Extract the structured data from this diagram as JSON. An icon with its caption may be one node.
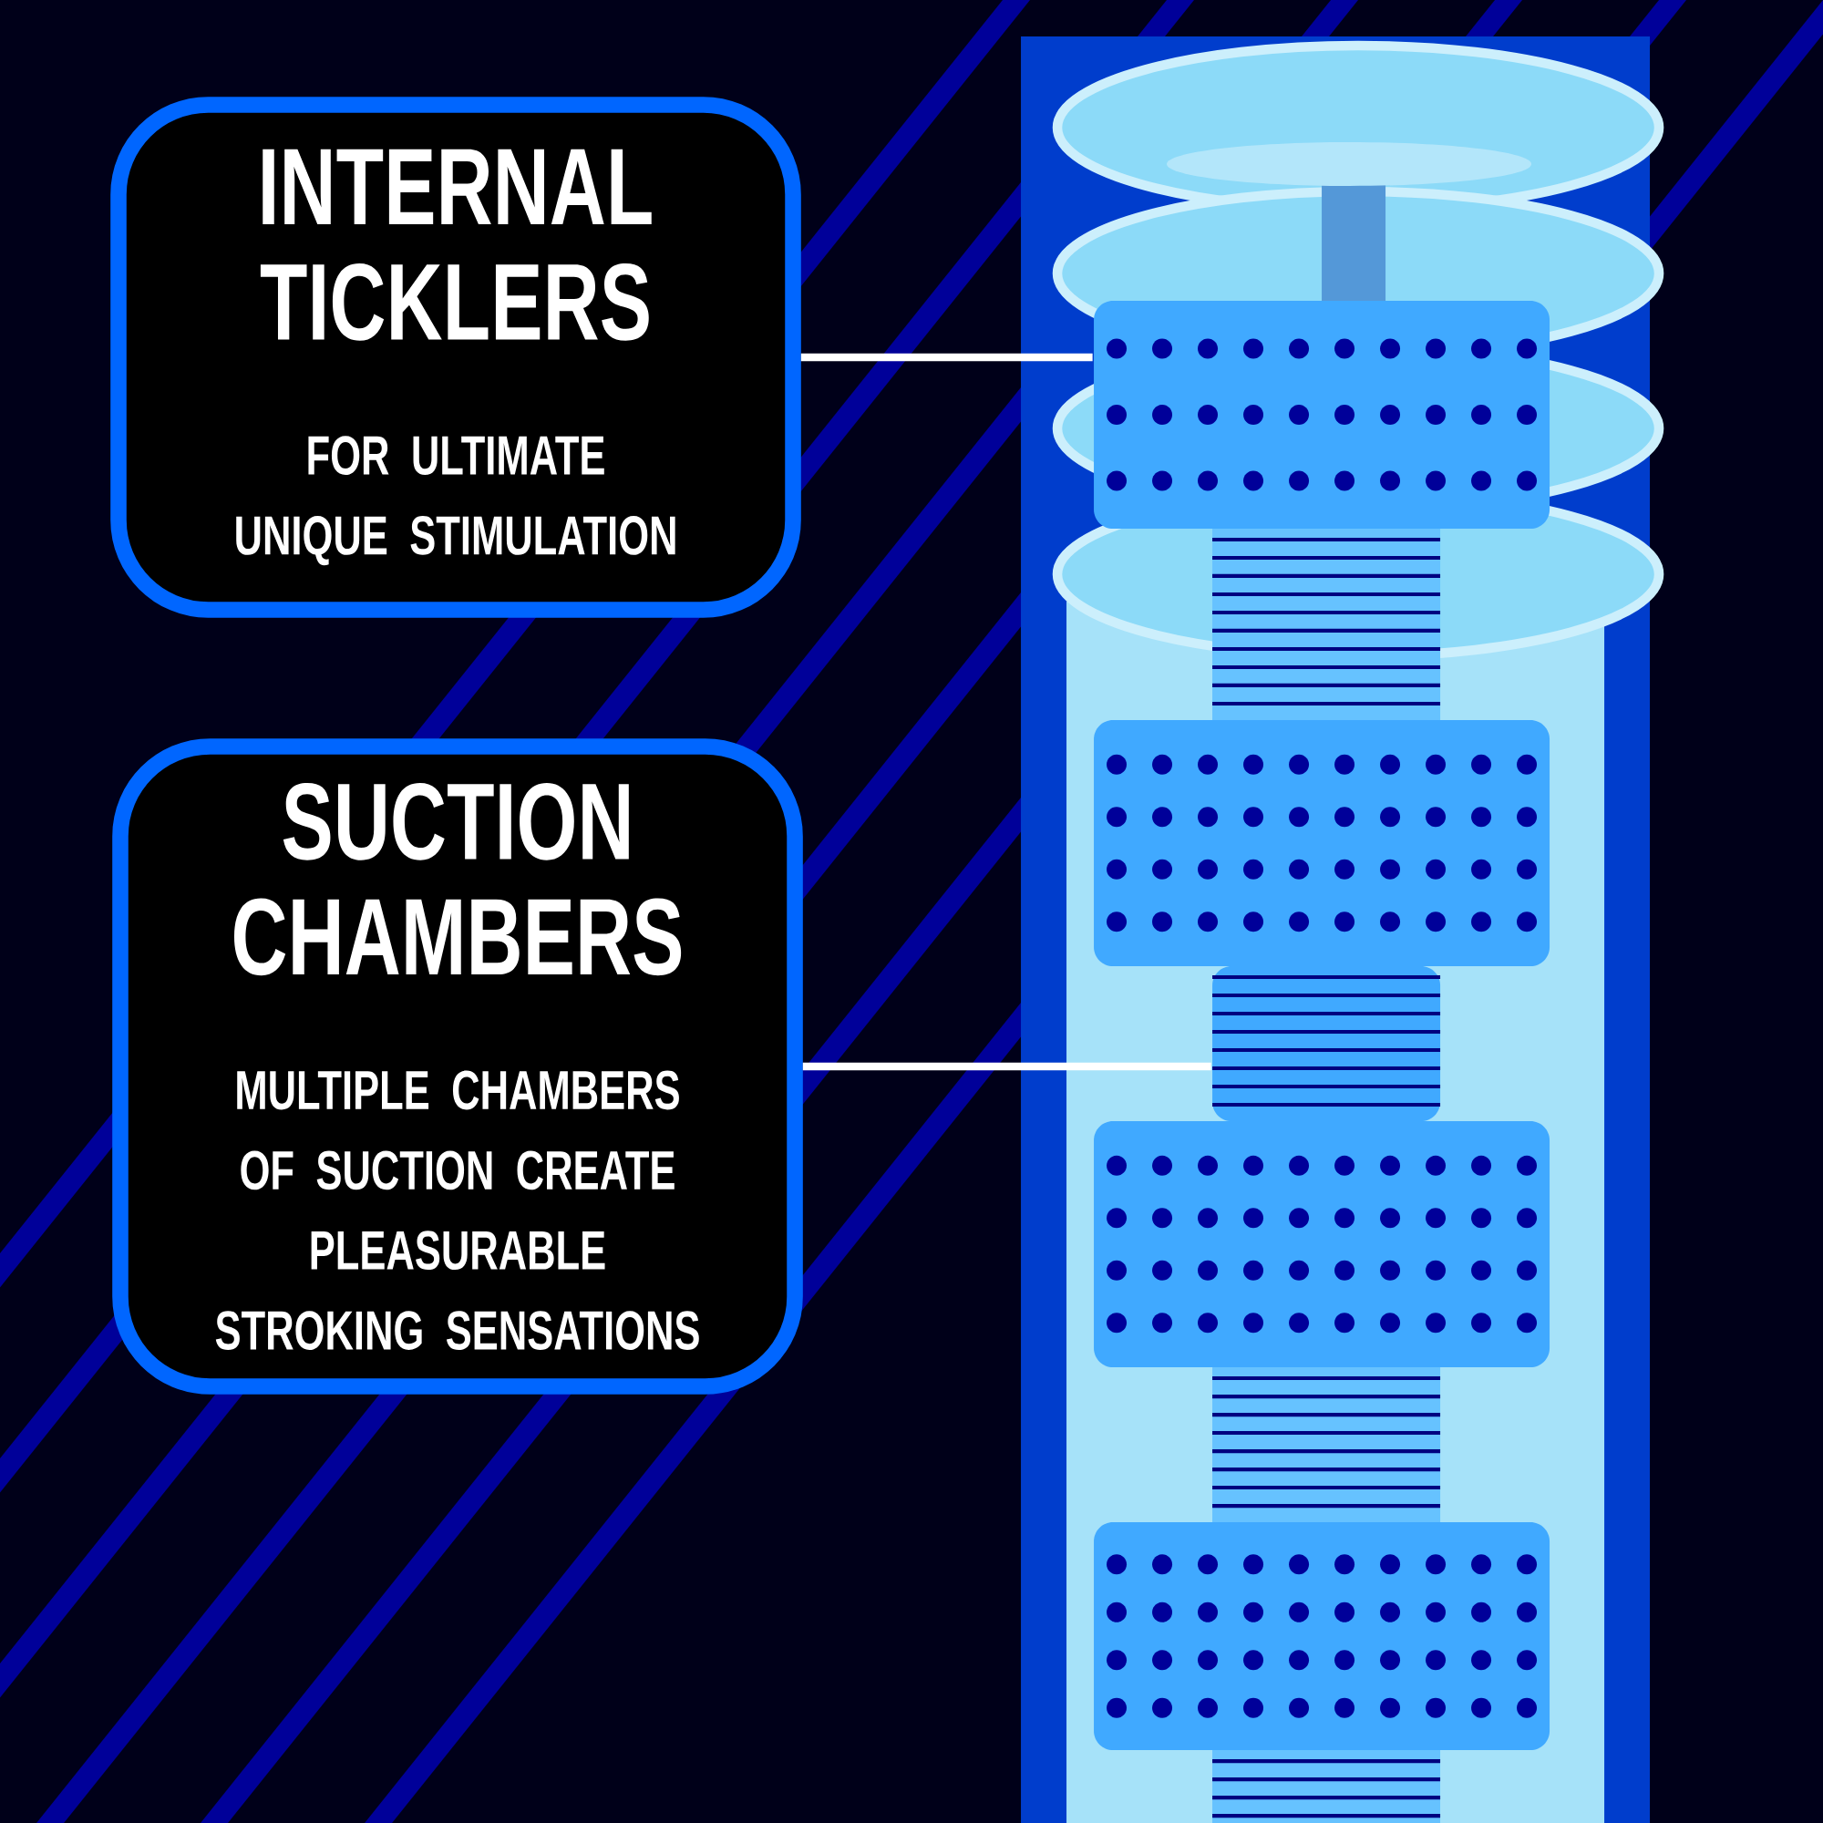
{
  "diagram": {
    "nodes": [
      {
        "text": [
          "INTERNAL TICKLERS",
          "FOR ULTIMATE UNIQUE STIMULATION"
        ]
      },
      {
        "text": [
          "SUCTION CHAMBERS",
          "MULTIPLE CHAMBERS OF SUCTION CREATE PLEASURABLE STROKING SENSATIONS"
        ]
      },
      {
        "text": [],
        "shape": "picture"
      },
      {
        "text": [],
        "shape": "picture"
      }
    ],
    "edges": [
      {
        "from": 0,
        "to": 2,
        "arrow": "none"
      },
      {
        "from": 1,
        "to": 3,
        "arrow": "none"
      }
    ]
  }
}
